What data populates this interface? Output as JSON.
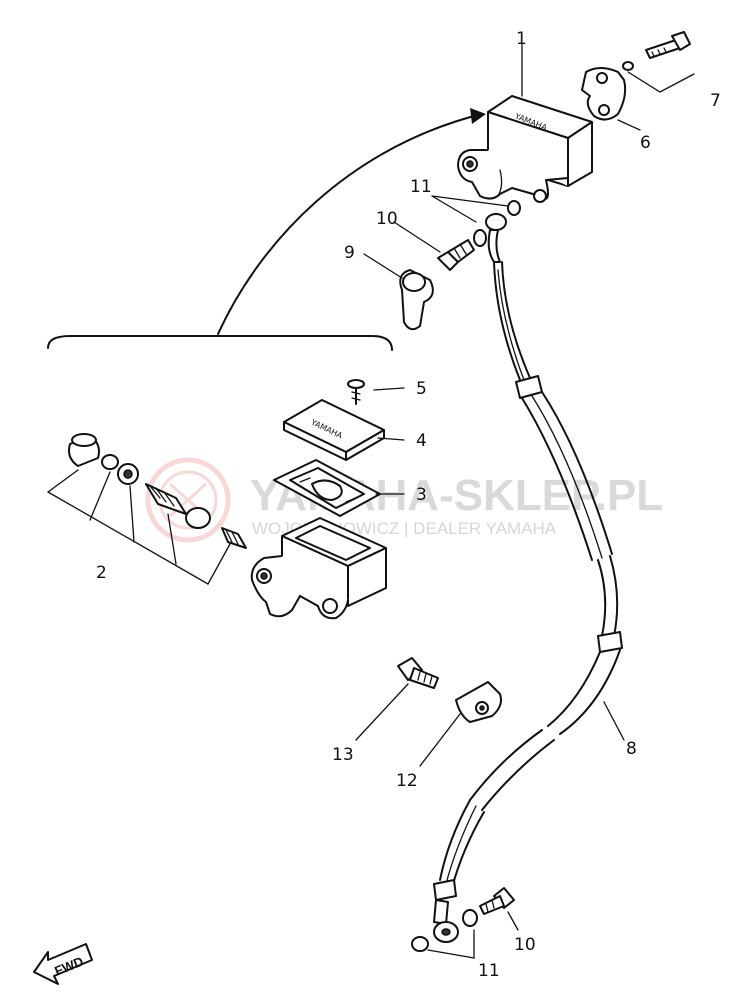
{
  "diagram": {
    "callouts": [
      {
        "id": "c1",
        "text": "1"
      },
      {
        "id": "c2",
        "text": "2"
      },
      {
        "id": "c3",
        "text": "3"
      },
      {
        "id": "c4",
        "text": "4"
      },
      {
        "id": "c5",
        "text": "5"
      },
      {
        "id": "c6",
        "text": "6"
      },
      {
        "id": "c7",
        "text": "7"
      },
      {
        "id": "c8",
        "text": "8"
      },
      {
        "id": "c9",
        "text": "9"
      },
      {
        "id": "c10a",
        "text": "10"
      },
      {
        "id": "c10b",
        "text": "10"
      },
      {
        "id": "c11a",
        "text": "11"
      },
      {
        "id": "c11b",
        "text": "11"
      },
      {
        "id": "c12",
        "text": "12"
      },
      {
        "id": "c13",
        "text": "13"
      }
    ],
    "reservoir_brand": "YAMAHA",
    "direction_marker": "FWD"
  },
  "watermark": {
    "title": "YAMAHA-SKLEP.PL",
    "subtitle": "WOJCIECHOWICZ | DEALER YAMAHA",
    "color": "#d9d9d9",
    "logo_color": "#f3b8b8"
  }
}
